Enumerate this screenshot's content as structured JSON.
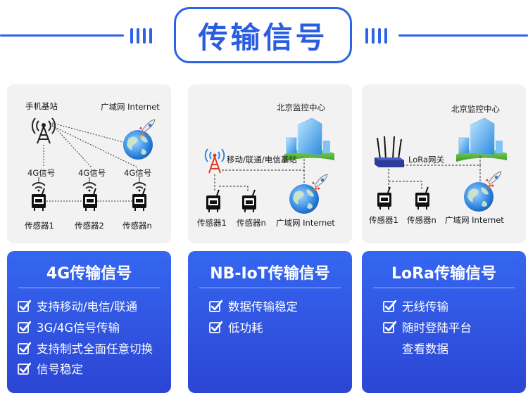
{
  "header": {
    "title": "传输信号"
  },
  "panels": [
    {
      "labels": {
        "base_station": "手机基站",
        "wan": "广域网 Internet",
        "signal_1": "4G信号",
        "signal_2": "4G信号",
        "signal_3": "4G信号",
        "sensor_1": "传感器1",
        "sensor_2": "传感器2",
        "sensor_n": "传感器n"
      }
    },
    {
      "labels": {
        "monitor": "北京监控中心",
        "base_station": "移动/联通/电信基站",
        "sensor_1": "传感器1",
        "sensor_n": "传感器n",
        "wan": "广域网 Internet"
      }
    },
    {
      "labels": {
        "monitor": "北京监控中心",
        "gateway": "LoRa网关",
        "sensor_1": "传感器1",
        "sensor_n": "传感器n",
        "wan": "广域网 Internet"
      }
    }
  ],
  "cards": [
    {
      "title": "4G传输信号",
      "features": [
        "支持移动/电信/联通",
        "3G/4G信号传输",
        "支持制式全面任意切换",
        "信号稳定"
      ]
    },
    {
      "title": "NB-IoT传输信号",
      "features": [
        "数据传输稳定",
        "低功耗"
      ]
    },
    {
      "title": "LoRa传输信号",
      "features": [
        "无线传输",
        "随时登陆平台"
      ],
      "extra_line": "查看数据"
    }
  ],
  "colors": {
    "accent": "#2e63e6",
    "card_top": "#3567f0",
    "card_bottom": "#2c45d4",
    "panel_bg": "#f2f2f2"
  }
}
